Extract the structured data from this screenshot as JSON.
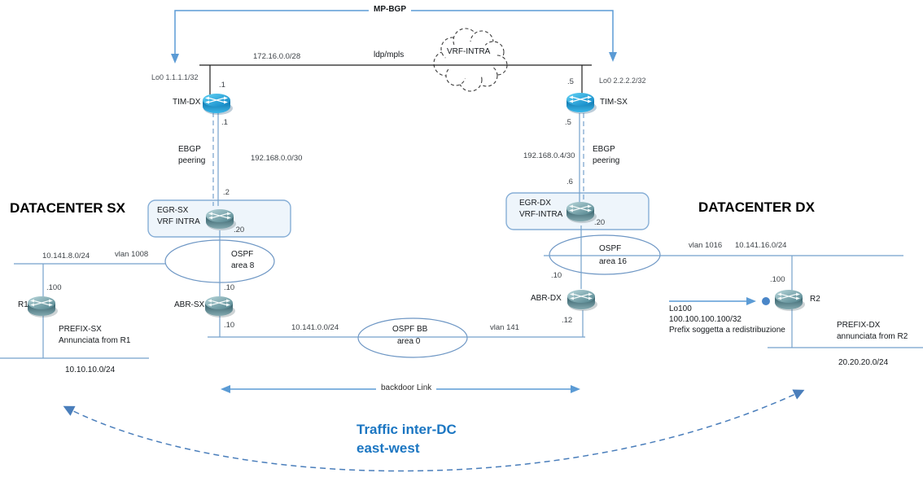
{
  "core": {
    "mp_bgp": "MP-BGP",
    "link_subnet": "172.16.0.0/28",
    "transport_label": "ldp/mpls",
    "cloud_label": "VRF-INTRA",
    "tim_dx": {
      "name": "TIM-DX",
      "loopback": "Lo0 1.1.1.1/32",
      "if_wan": ".1",
      "if_dc": ".1"
    },
    "tim_sx": {
      "name": "TIM-SX",
      "loopback": "Lo0 2.2.2.2/32",
      "if_wan": ".5",
      "if_dc": ".5"
    }
  },
  "dc_sx": {
    "title": "DATACENTER SX",
    "ebgp_line1": "EBGP",
    "ebgp_line2": "peering",
    "ebgp_subnet": "192.168.0.0/30",
    "egr": {
      "name": "EGR-SX",
      "vrf": "VRF INTRA",
      "if_up": ".2",
      "if_down": ".20"
    },
    "ospf_line1": "OSPF",
    "ospf_line2": "area 8",
    "access_subnet": "10.141.8.0/24",
    "access_vlan": "vlan 1008",
    "abr": {
      "name": "ABR-SX",
      "if_up": ".10",
      "if_down": ".10"
    },
    "r1": {
      "name": "R1",
      "if_access": ".100"
    },
    "prefix_line1": "PREFIX-SX",
    "prefix_line2": "Annunciata from R1",
    "prefix_subnet": "10.10.10.0/24"
  },
  "backbone": {
    "subnet": "10.141.0.0/24",
    "ospf_line1": "OSPF BB",
    "ospf_line2": "area 0",
    "vlan": "vlan 141",
    "backdoor_label": "backdoor Link"
  },
  "dc_dx": {
    "title": "DATACENTER DX",
    "ebgp_line1": "EBGP",
    "ebgp_line2": "peering",
    "ebgp_subnet": "192.168.0.4/30",
    "egr": {
      "name": "EGR-DX",
      "vrf": "VRF-INTRA",
      "if_up": ".6",
      "if_down": ".20"
    },
    "ospf_line1": "OSPF",
    "ospf_line2": "area 16",
    "access_vlan": "vlan 1016",
    "access_subnet": "10.141.16.0/24",
    "abr": {
      "name": "ABR-DX",
      "if_up": ".10",
      "if_down": ".12"
    },
    "r2": {
      "name": "R2",
      "if_access": ".100"
    },
    "lo100_line1": "Lo100",
    "lo100_line2": "100.100.100.100/32",
    "lo100_line3": "Prefix soggetta a redistribuzione",
    "prefix_line1": "PREFIX-DX",
    "prefix_line2": "annunciata from R2",
    "prefix_subnet": "20.20.20.0/24"
  },
  "traffic_note": {
    "line1": "Traffic inter-DC",
    "line2": "east-west"
  },
  "colors": {
    "accent_blue": "#5b9bd5",
    "line_blue": "#74a1cc",
    "dashed_curve_blue": "#4a7ebb",
    "note_blue": "#1b76c2",
    "box_fill": "#eef5fb",
    "box_border": "#86aed6",
    "router_teal": "#54868f",
    "router_blue": "#0d86c6"
  }
}
